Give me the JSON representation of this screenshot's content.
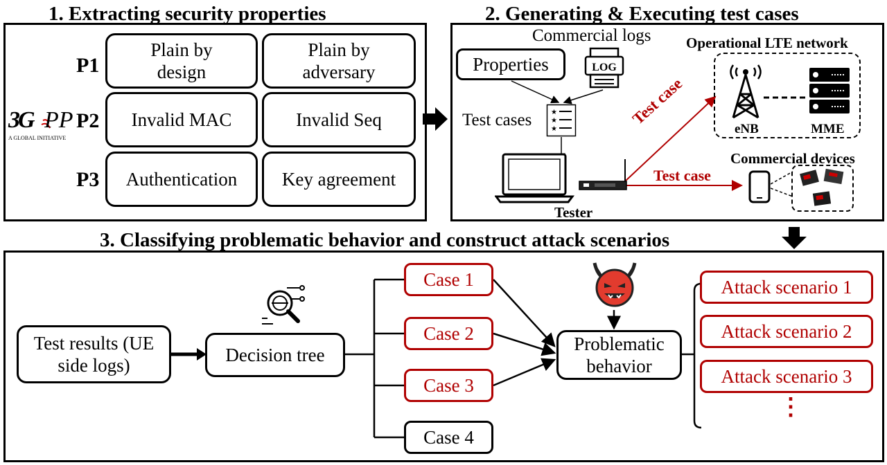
{
  "section1": {
    "title": "1. Extracting security properties",
    "logo_text": "3GPP",
    "logo_sub": "A GLOBAL INITIATIVE",
    "rows": [
      {
        "label": "P1",
        "left": "Plain by design",
        "right": "Plain by adversary"
      },
      {
        "label": "P2",
        "left": "Invalid MAC",
        "right": "Invalid Seq"
      },
      {
        "label": "P3",
        "left": "Authentication",
        "right": "Key agreement"
      }
    ]
  },
  "section2": {
    "title": "2. Generating & Executing test cases",
    "commercial_logs": "Commercial logs",
    "log_icon_text": "LOG",
    "properties": "Properties",
    "test_cases": "Test cases",
    "tester": "Tester",
    "network_title": "Operational LTE network",
    "enb": "eNB",
    "mme": "MME",
    "test_case_up": "Test case",
    "test_case_right": "Test case",
    "commercial_devices": "Commercial devices"
  },
  "section3": {
    "title": "3. Classifying problematic behavior and construct attack scenarios",
    "test_results": "Test results (UE side logs)",
    "decision_tree": "Decision tree",
    "cases": [
      {
        "label": "Case 1",
        "highlight": true
      },
      {
        "label": "Case 2",
        "highlight": true
      },
      {
        "label": "Case 3",
        "highlight": true
      },
      {
        "label": "Case 4",
        "highlight": false
      }
    ],
    "problematic": "Problematic behavior",
    "attacks": [
      "Attack scenario 1",
      "Attack scenario 2",
      "Attack scenario 3"
    ],
    "ellipsis": "⋮"
  },
  "colors": {
    "accent_red": "#b00000",
    "line": "#000000"
  }
}
